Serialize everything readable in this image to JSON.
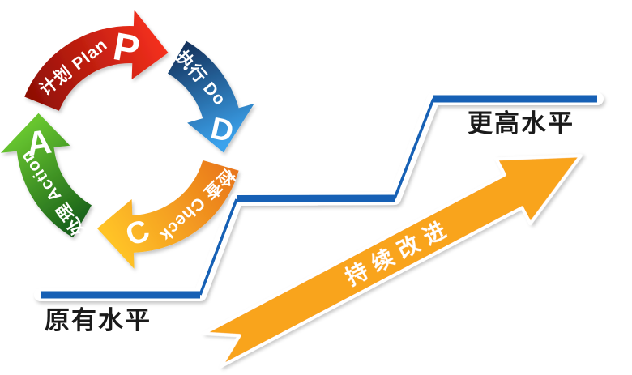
{
  "diagram": {
    "type": "pdca-continuous-improvement",
    "background": "#ffffff"
  },
  "pdca_cycle": {
    "segments": [
      {
        "id": "plan",
        "letter": "P",
        "label": "计划 Plan",
        "color_dark": "#8F0F05",
        "color_bright": "#F5301D"
      },
      {
        "id": "do",
        "letter": "D",
        "label": "执行 Do",
        "color_dark": "#16345F",
        "color_bright": "#3BA2EC"
      },
      {
        "id": "check",
        "letter": "C",
        "label": "检查 Check",
        "color_dark": "#E8741A",
        "color_bright": "#FFC328"
      },
      {
        "id": "act",
        "letter": "A",
        "label": "处理 Action",
        "color_dark": "#0F5517",
        "color_bright": "#67C52F"
      }
    ]
  },
  "levels": {
    "baseline_label": "原有水平",
    "higher_label": "更高水平",
    "line_color": "#1561B5"
  },
  "improvement_arrow": {
    "label": "持续改进",
    "color": "#F9A41F"
  }
}
